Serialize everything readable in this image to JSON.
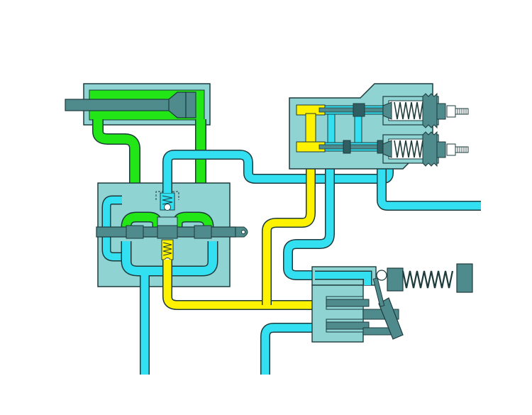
{
  "diagram": {
    "type": "hydraulic-schematic",
    "text_labels": [],
    "colors": {
      "background": "#ffffff",
      "housing": "#8fd3d3",
      "housing_dark": "#5aa3a3",
      "steel": "#4f8a8d",
      "steel_dark": "#2f5f62",
      "outline": "#1d3b3c",
      "return_line": "#33e0f2",
      "cylinder_line": "#22e615",
      "pressure_line": "#fff200",
      "spring": "#1d3b3c"
    },
    "components": [
      {
        "name": "cylinder",
        "lines": [
          "cylinder_line"
        ]
      },
      {
        "name": "control-valve",
        "lines": [
          "cylinder_line",
          "return_line",
          "pressure_line"
        ]
      },
      {
        "name": "relief-valve-block",
        "lines": [
          "pressure_line",
          "return_line"
        ]
      },
      {
        "name": "lever-valve",
        "lines": [
          "pressure_line",
          "return_line"
        ]
      }
    ]
  }
}
